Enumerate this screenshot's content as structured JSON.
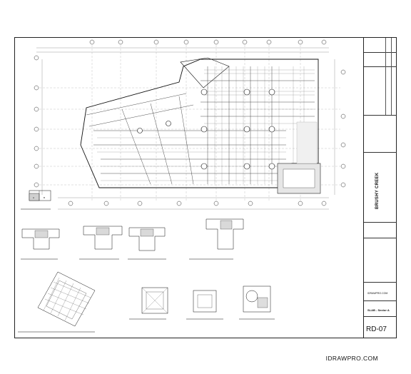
{
  "title_block": {
    "project_name": "BRUSHY CREEK",
    "website": "IDRAWPRO.COM",
    "sheet_title": "SLAB - Sector A",
    "sheet_number": "RD-07"
  },
  "plan": {
    "key_labels": [
      "A",
      "B"
    ]
  },
  "watermark": "IDRAWPRO.COM"
}
